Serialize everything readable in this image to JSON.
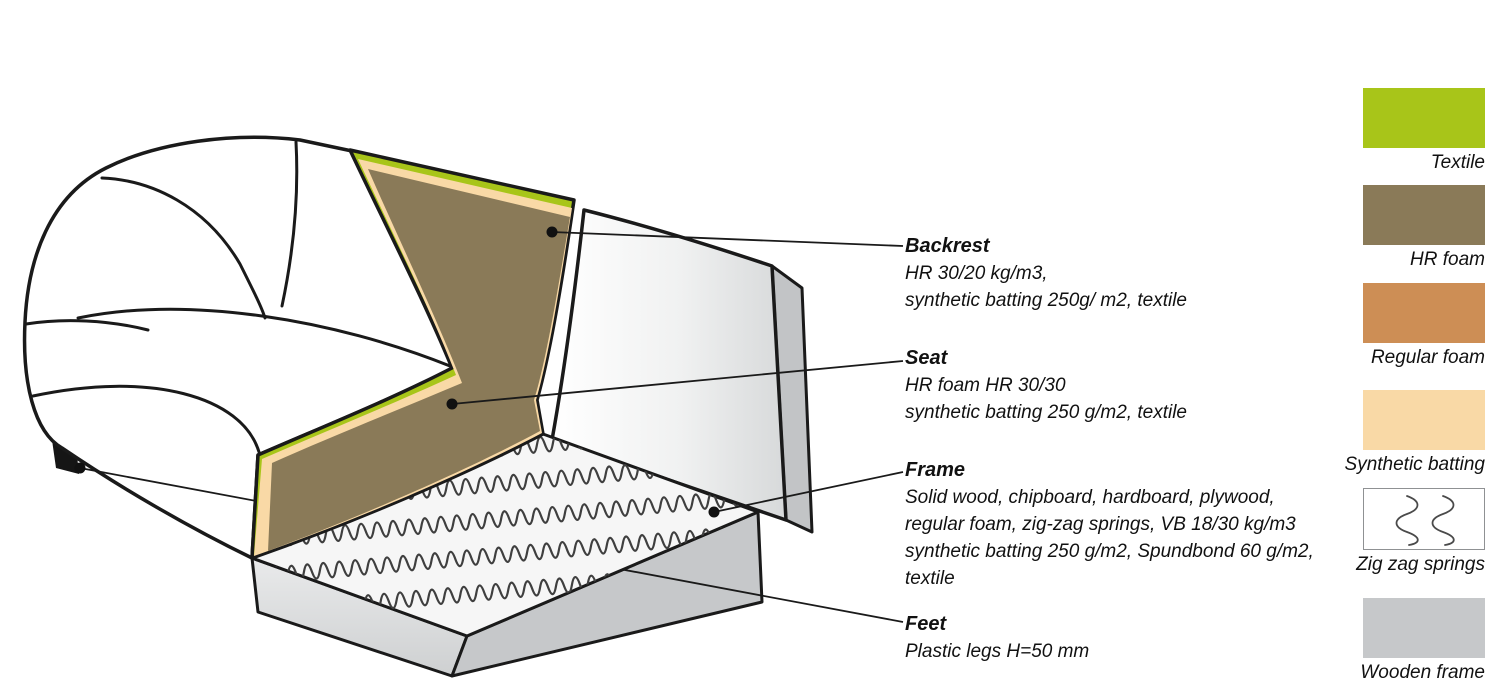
{
  "callouts": [
    {
      "title": "Backrest",
      "lines": [
        "HR 30/20 kg/m3,",
        "synthetic batting 250g/ m2, textile"
      ]
    },
    {
      "title": "Seat",
      "lines": [
        "HR foam HR 30/30",
        "synthetic batting 250 g/m2, textile"
      ]
    },
    {
      "title": "Frame",
      "lines": [
        "Solid wood, chipboard, hardboard, plywood,",
        "regular foam, zig-zag springs, VB 18/30 kg/m3",
        "synthetic batting 250 g/m2, Spundbond 60 g/m2,",
        "textile"
      ]
    },
    {
      "title": "Feet",
      "lines": [
        "Plastic legs H=50 mm"
      ]
    }
  ],
  "legend": [
    {
      "label": "Textile",
      "color": "#a8c519",
      "type": "solid"
    },
    {
      "label": "HR foam",
      "color": "#8a7a58",
      "type": "solid"
    },
    {
      "label": "Regular foam",
      "color": "#cd8e55",
      "type": "solid"
    },
    {
      "label": "Synthetic batting",
      "color": "#f9d9a6",
      "type": "solid"
    },
    {
      "label": "Zig zag springs",
      "color": "#ffffff",
      "type": "zigzag"
    },
    {
      "label": "Wooden frame",
      "color": "#c6c8ca",
      "type": "solid"
    }
  ],
  "illustration": {
    "subject": "corner sofa module cutaway",
    "line_color": "#1a1a1a"
  }
}
